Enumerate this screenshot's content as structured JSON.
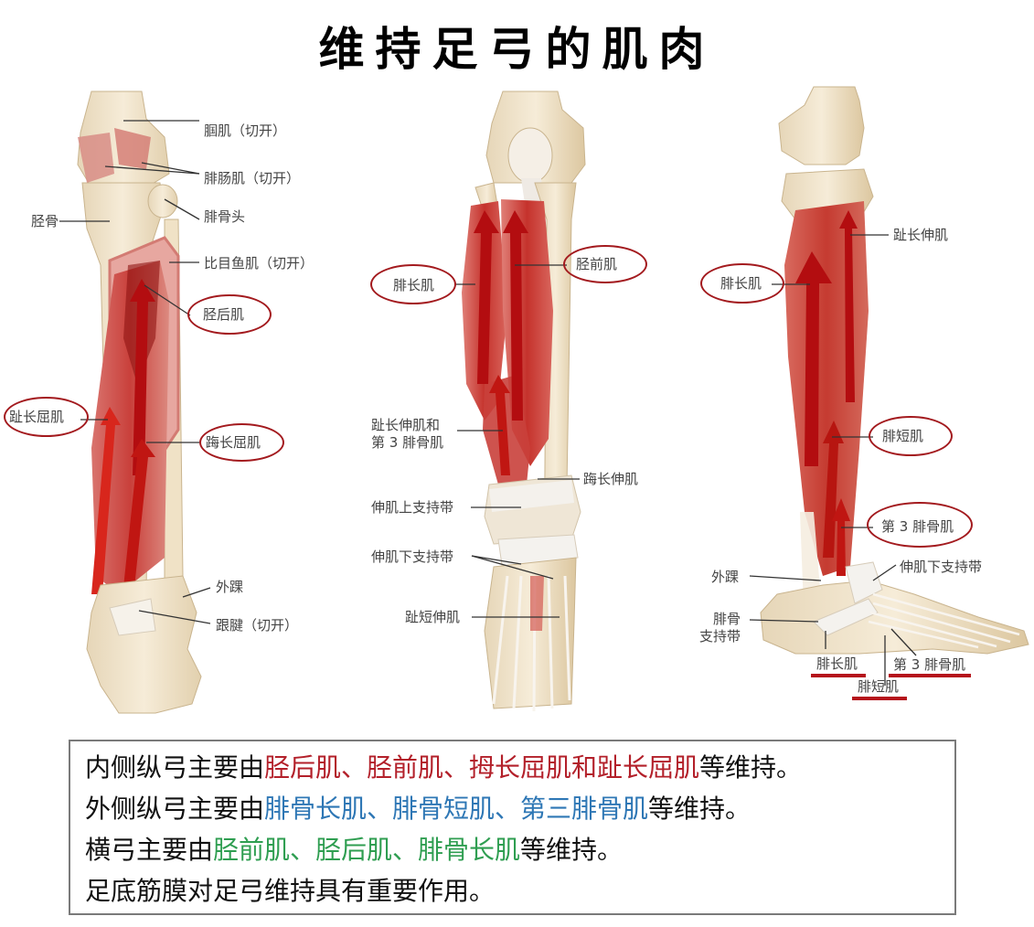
{
  "title": "维持足弓的肌肉",
  "colors": {
    "circle": "#a31a1e",
    "underline": "#b5121b",
    "medial_highlight": "#b3202a",
    "lateral_highlight": "#2e77b5",
    "transverse_highlight": "#2f9e51",
    "box_border": "#7a7a7a",
    "muscle": "#c8342f",
    "bone": "#f1e4cc"
  },
  "panels": {
    "posterior": {
      "labels": {
        "popliteus": "腘肌（切开）",
        "gastrocnemius": "腓肠肌（切开）",
        "fibula_head": "腓骨头",
        "tibia": "胫骨",
        "soleus": "比目鱼肌（切开）",
        "tibialis_posterior": "胫后肌",
        "fdl": "趾长屈肌",
        "fhl": "踇长屈肌",
        "lateral_malleolus": "外踝",
        "achilles": "跟腱（切开）"
      }
    },
    "anterior": {
      "labels": {
        "peroneus_longus": "腓长肌",
        "tibialis_anterior": "胫前肌",
        "edl_line1": "趾长伸肌和",
        "edl_line2": "第 3 腓骨肌",
        "ehl": "踇长伸肌",
        "sup_retinaculum": "伸肌上支持带",
        "inf_retinaculum": "伸肌下支持带",
        "edb": "趾短伸肌"
      }
    },
    "lateral": {
      "labels": {
        "edl": "趾长伸肌",
        "peroneus_longus": "腓长肌",
        "peroneus_brevis": "腓短肌",
        "peroneus_tertius": "第 3 腓骨肌",
        "inf_retinaculum": "伸肌下支持带",
        "lateral_malleolus": "外踝",
        "peroneal_ret_line1": "腓骨",
        "peroneal_ret_line2": "支持带",
        "bottom_longus": "腓长肌",
        "bottom_tertius": "第 3 腓骨肌",
        "bottom_brevis": "腓短肌"
      }
    }
  },
  "summary": {
    "line1": {
      "prefix": "内侧纵弓主要由",
      "highlight": "胫后肌、胫前肌、拇长屈肌和趾长屈肌",
      "suffix": "等维持。"
    },
    "line2": {
      "prefix": "外侧纵弓主要由",
      "highlight": "腓骨长肌、腓骨短肌、第三腓骨肌",
      "suffix": "等维持。"
    },
    "line3": {
      "prefix": "横弓主要由",
      "highlight": "胫前肌、胫后肌、腓骨长肌",
      "suffix": "等维持。"
    },
    "line4": {
      "text": "足底筋膜对足弓维持具有重要作用。"
    }
  }
}
